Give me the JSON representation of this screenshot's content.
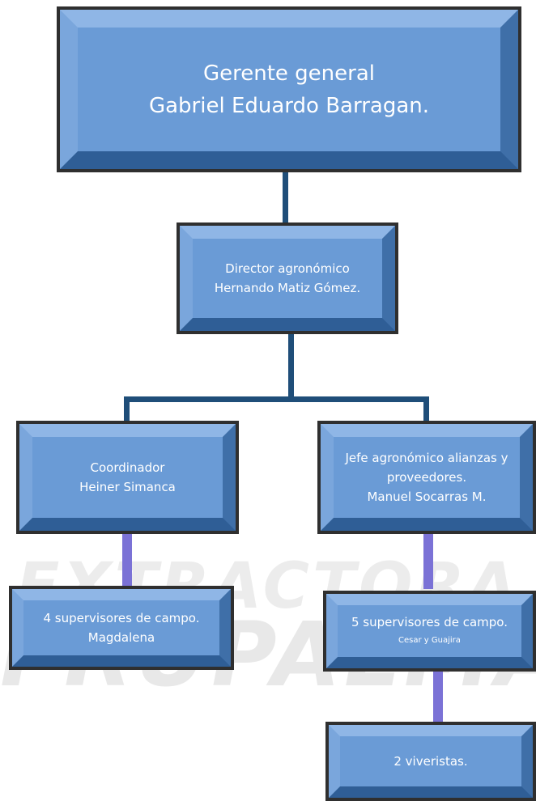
{
  "org_chart": {
    "gerente": {
      "title": "Gerente general",
      "name": "Gabriel Eduardo Barragan."
    },
    "director": {
      "title": "Director agronómico",
      "name": "Hernando Matiz Gómez."
    },
    "coordinador": {
      "title": "Coordinador",
      "name": "Heiner Simanca"
    },
    "jefe": {
      "title": "Jefe agronómico alianzas y proveedores.",
      "name": "Manuel Socarras M."
    },
    "supervisores_magdalena": {
      "title": "4 supervisores de campo.",
      "region": "Magdalena"
    },
    "supervisores_cesar": {
      "title": "5 supervisores de campo.",
      "region": "Cesar y Guajira"
    },
    "viveristas": {
      "title": "2 viveristas."
    }
  },
  "watermark": {
    "line1": "EXTRACTORA",
    "line2": "FRUPALMAS.A"
  },
  "colors": {
    "box_fill": "#6a9bd6",
    "box_border": "#2f2f2f",
    "connector_blue": "#1f4e79",
    "connector_purple": "#7b72d6"
  }
}
